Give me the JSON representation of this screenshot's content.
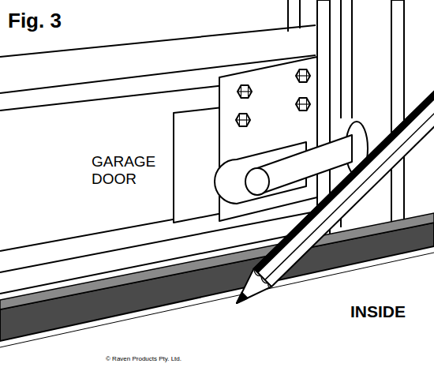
{
  "diagram": {
    "title": "Fig. 3",
    "labels": [
      "GARAGE DOOR",
      "INSIDE",
      "© Raven Products Pty. Ltd."
    ]
  }
}
